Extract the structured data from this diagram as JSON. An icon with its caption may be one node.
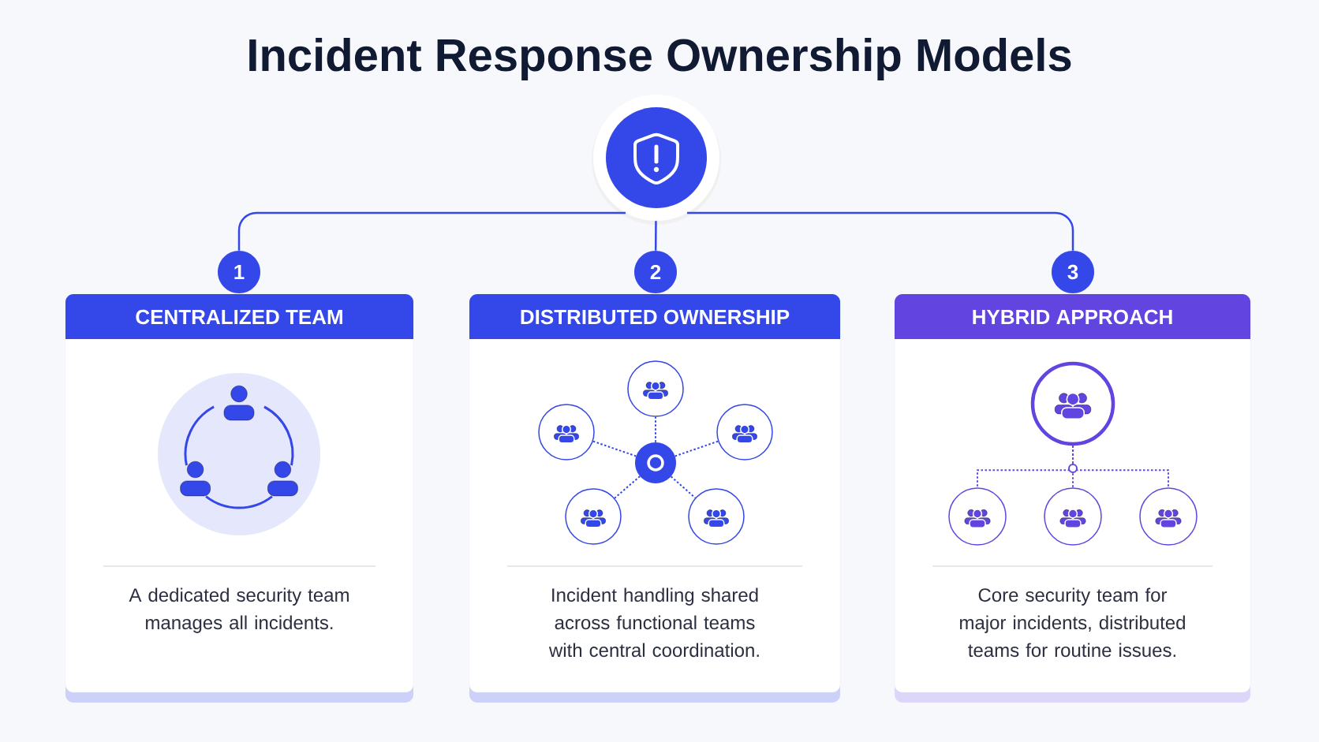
{
  "diagram": {
    "title": "Incident Response Ownership Models",
    "nodes": [
      {
        "text": [],
        "shape": "circle"
      },
      {
        "text": [
          "1"
        ]
      },
      {
        "text": [
          "2"
        ]
      },
      {
        "text": [
          "3"
        ]
      },
      {
        "text": [
          "CENTRALIZED TEAM",
          "A dedicated security team manages all incidents."
        ]
      },
      {
        "text": [
          "DISTRIBUTED OWNERSHIP",
          "Incident handling shared across functional teams with central coordination."
        ]
      },
      {
        "text": [
          "HYBRID APPROACH",
          "Core security team for major incidents, distributed teams for routine issues."
        ]
      },
      {
        "text": [],
        "shape": "circle",
        "in": 5
      },
      {
        "text": [],
        "shape": "circle",
        "in": 5
      },
      {
        "text": [],
        "shape": "circle",
        "in": 5
      },
      {
        "text": [],
        "shape": "circle",
        "in": 5
      },
      {
        "text": [],
        "shape": "circle",
        "in": 5
      },
      {
        "text": [],
        "shape": "circle",
        "in": 5
      },
      {
        "text": [],
        "shape": "circle",
        "in": 6
      },
      {
        "text": [],
        "shape": "circle",
        "in": 6
      },
      {
        "text": [],
        "shape": "circle",
        "in": 6
      },
      {
        "text": [],
        "shape": "circle",
        "in": 6
      }
    ],
    "edges": [
      {
        "from": 0,
        "to": 1,
        "arrow": "none"
      },
      {
        "from": 0,
        "to": 2,
        "arrow": "none"
      },
      {
        "from": 0,
        "to": 3,
        "arrow": "none"
      },
      {
        "from": 7,
        "to": 8,
        "arrow": "none",
        "style": "dashed"
      },
      {
        "from": 7,
        "to": 9,
        "arrow": "none",
        "style": "dashed"
      },
      {
        "from": 7,
        "to": 10,
        "arrow": "none",
        "style": "dashed"
      },
      {
        "from": 7,
        "to": 11,
        "arrow": "none",
        "style": "dashed"
      },
      {
        "from": 7,
        "to": 12,
        "arrow": "none",
        "style": "dashed"
      },
      {
        "from": 13,
        "to": 14,
        "arrow": "none",
        "style": "dashed",
        "color": "#6a46e0"
      },
      {
        "from": 13,
        "to": 15,
        "arrow": "none",
        "style": "dashed",
        "color": "#6a46e0"
      },
      {
        "from": 13,
        "to": 16,
        "arrow": "none",
        "style": "dashed",
        "color": "#6a46e0"
      }
    ]
  }
}
